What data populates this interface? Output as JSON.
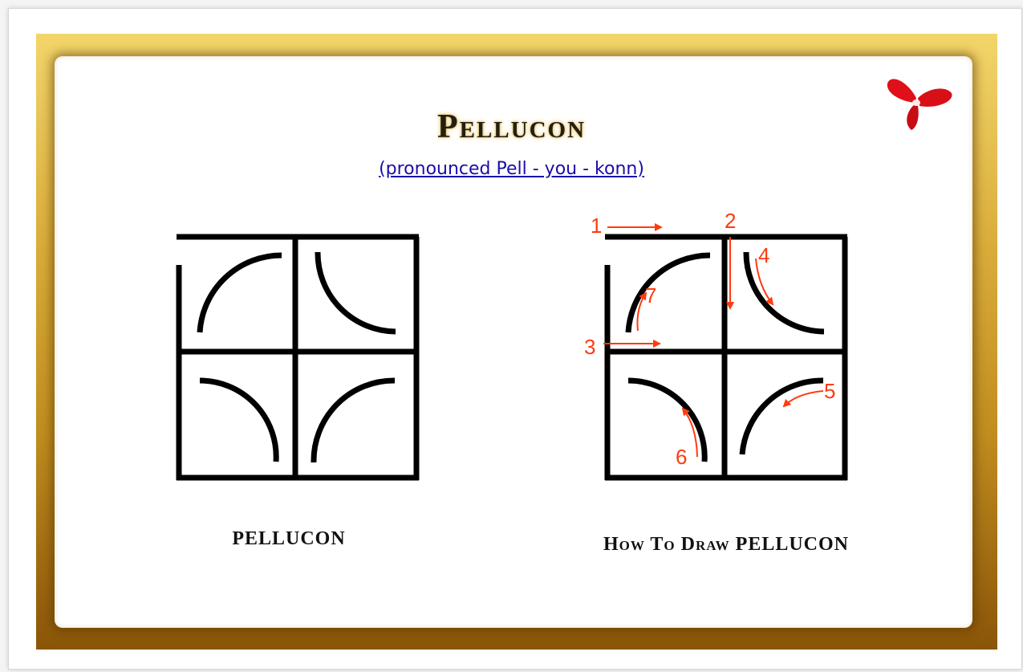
{
  "page": {
    "title": "Pellucon",
    "pronunciation_link": "(pronounced Pell - you - konn)"
  },
  "diagrams": {
    "left_caption": "PELLUCON",
    "right_caption": "How To Draw PELLUCON",
    "step_labels": [
      "1",
      "2",
      "3",
      "4",
      "5",
      "6",
      "7"
    ]
  },
  "colors": {
    "frame_gold": "#d9ac3a",
    "frame_dark": "#8a5508",
    "stroke": "#000000",
    "step_arrow": "#ff3b10",
    "link": "#1a0dab",
    "butterfly": "#e0101a"
  },
  "icons": {
    "decoration": "butterfly-icon"
  }
}
